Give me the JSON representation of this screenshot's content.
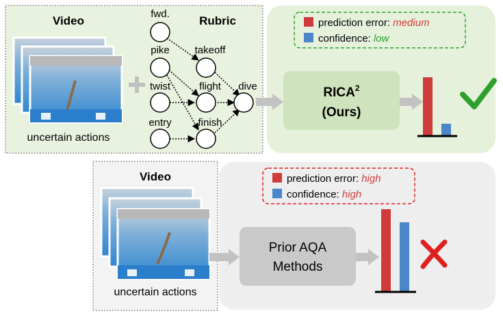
{
  "top": {
    "video_title": "Video",
    "video_caption": "uncertain actions",
    "rubric_title": "Rubric",
    "rubric_nodes": {
      "input": [
        "fwd.",
        "pike",
        "twist",
        "entry"
      ],
      "middle": [
        "takeoff",
        "flight",
        "finish"
      ],
      "output": "dive"
    },
    "method_line1": "RICA",
    "method_sup": "2",
    "method_line2": "(Ours)",
    "legend": {
      "error_label": "prediction error: ",
      "error_value": "medium",
      "confidence_label": "confidence: ",
      "confidence_value": "low"
    },
    "bars": {
      "prediction_error": 0.85,
      "confidence": 0.17
    },
    "verdict_icon": "checkmark-icon"
  },
  "bottom": {
    "video_title": "Video",
    "video_caption": "uncertain actions",
    "method_line1": "Prior AQA",
    "method_line2": "Methods",
    "legend": {
      "error_label": "prediction error: ",
      "error_value": "high",
      "confidence_label": "confidence: ",
      "confidence_value": "high"
    },
    "bars": {
      "prediction_error": 1.0,
      "confidence": 0.84
    },
    "verdict_icon": "cross-icon"
  },
  "colors": {
    "error_bar": "#cf3b3b",
    "confidence_bar": "#4a86c8",
    "good": "#2ea02e",
    "bad": "#e02020",
    "green_panel": "#e6f1dc",
    "gray_panel": "#eeeeee"
  }
}
